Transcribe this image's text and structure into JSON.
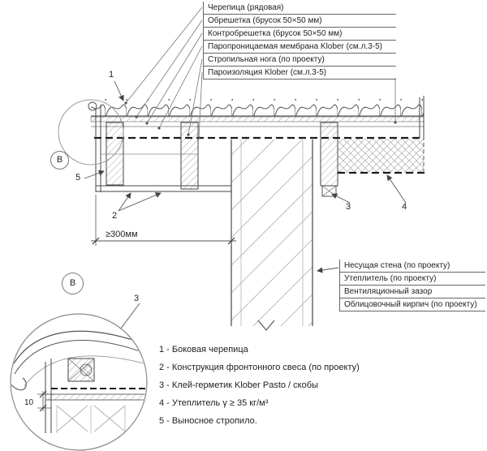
{
  "roof_labels": [
    "Черепица (рядовая)",
    "Обрешетка (брусок 50×50 мм)",
    "Контробрешетка (брусок 50×50 мм)",
    "Паропроницаемая мембрана Klober (см.л.3-5)",
    "Стропильная нога (по проекту)",
    "Пароизоляция Klober (см.л.3-5)"
  ],
  "wall_labels": [
    "Несущая стена (по проекту)",
    "Утеплитель (по проекту)",
    "Вентиляционный зазор",
    "Облицовочный кирпич (по проекту)"
  ],
  "legend": [
    "1 - Боковая черепица",
    "2 - Конструкция фронтонного свеса (по проекту)",
    "3 - Клей-герметик Klober  Pasto / скобы",
    "4 - Утеплитель γ ≥ 35 кг/м³",
    "5 - Выносное стропило."
  ],
  "callouts": {
    "tile_side": "1",
    "overhang": "2",
    "sealant_right": "3",
    "insulation": "4",
    "outrigger": "5",
    "sealant_detail": "3"
  },
  "detail_markers": {
    "section_b_top": "В",
    "section_b_detail": "В"
  },
  "dimensions": {
    "overhang_width": "≥300мм",
    "tile_gap": "10"
  },
  "colors": {
    "line": "#3f3f3f",
    "light_line": "#8a8a8a",
    "text": "#1e1e1e",
    "background": "#ffffff"
  }
}
